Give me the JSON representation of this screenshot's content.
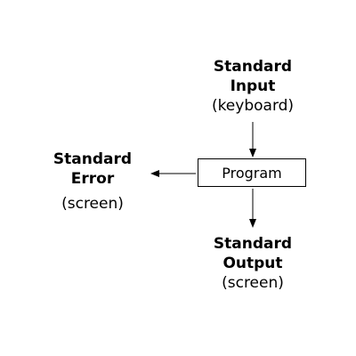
{
  "stdin": {
    "title_line1": "Standard",
    "title_line2": "Input",
    "device": "(keyboard)"
  },
  "program": {
    "label": "Program"
  },
  "stdout": {
    "title_line1": "Standard",
    "title_line2": "Output",
    "device": "(screen)"
  },
  "stderr": {
    "title_line1": "Standard",
    "title_line2": "Error",
    "device": "(screen)"
  },
  "colors": {
    "stroke": "#000000",
    "background": "#ffffff"
  }
}
